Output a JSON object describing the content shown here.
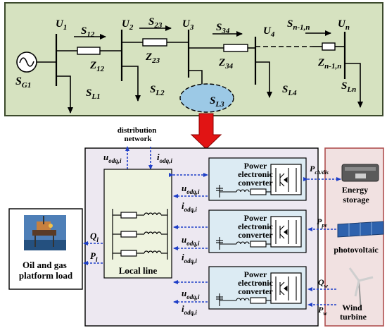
{
  "grid": {
    "source": "S_G1",
    "buses": [
      "U1",
      "U2",
      "U3",
      "U4",
      "Un"
    ],
    "branch_flows": [
      "S12",
      "S23",
      "S34",
      "Sn-1,n"
    ],
    "impedances": [
      "Z12",
      "Z23",
      "Z34",
      "Zn-1,n"
    ],
    "loads": [
      "SL1",
      "SL2",
      "SL3",
      "SL4",
      "SLn"
    ]
  },
  "labels": {
    "distribution_network": [
      "distribution",
      "network"
    ],
    "u_odq": "u",
    "i_odq": "i",
    "odq_sub": "odq,i",
    "local_line": "Local line",
    "converter": [
      "Power",
      "electronic",
      "converter"
    ],
    "oil_gas_load": [
      "Oil and gas",
      "platform load"
    ],
    "Ql": "Q",
    "Ql_sub": "l",
    "Pl": "P",
    "Pl_sub": "l",
    "energy_storage": [
      "Energy",
      "storage"
    ],
    "photovoltaic": "photovoltaic",
    "wind_turbine": [
      "Wind",
      "turbine"
    ],
    "P_chdis": "P",
    "P_chdis_sub": "ch/dis",
    "P_pv": "P",
    "P_pv_sub": "pv",
    "Q_w": "Q",
    "Q_w_sub": "w",
    "P_w": "P",
    "P_w_sub": "w"
  },
  "colors": {
    "grid_panel": "#d6e2c0",
    "grid_border": "#3c4a2c",
    "system_box": "#ede8f1",
    "local_line_box": "#eef3df",
    "converter_box": "#dcebf3",
    "source_box": "#f1e1e1",
    "source_border": "#b04f4f",
    "sl3_ellipse": "#9cc9e6",
    "arrow_blue": "#1f3fc8",
    "big_arrow": "#e11414"
  }
}
